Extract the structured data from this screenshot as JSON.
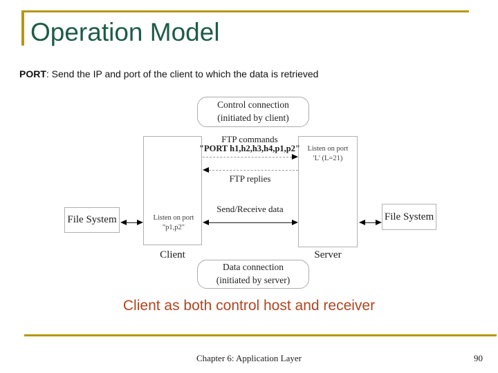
{
  "slide": {
    "title": "Operation Model",
    "subtitle_bold": "PORT",
    "subtitle_rest": ": Send the IP and port of the client to which the data is retrieved",
    "caption": "Client as both control host and receiver",
    "footer": {
      "text": "Chapter 6: Application Layer",
      "page_number": "90"
    }
  },
  "diagram": {
    "control_connection": {
      "line1": "Control connection",
      "line2": "(initiated by client)"
    },
    "data_connection": {
      "line1": "Data connection",
      "line2": "(initiated by server)"
    },
    "client_label": "Client",
    "server_label": "Server",
    "ftp_commands": "FTP commands",
    "port_command": "\"PORT h1,h2,h3,h4,p1,p2\"",
    "ftp_replies": "FTP replies",
    "send_receive": "Send/Receive data",
    "client_listen": {
      "line1": "Listen on port",
      "line2": "\"p1,p2\""
    },
    "server_listen": {
      "line1": "Listen on port",
      "line2": "'L' (L=21)"
    },
    "file_system_left": "File System",
    "file_system_right": "File System"
  },
  "colors": {
    "accent_gold": "#B8960C",
    "title_green": "#1E5B48",
    "caption_red": "#B2441E",
    "diagram_border": "#B0B0B0"
  }
}
